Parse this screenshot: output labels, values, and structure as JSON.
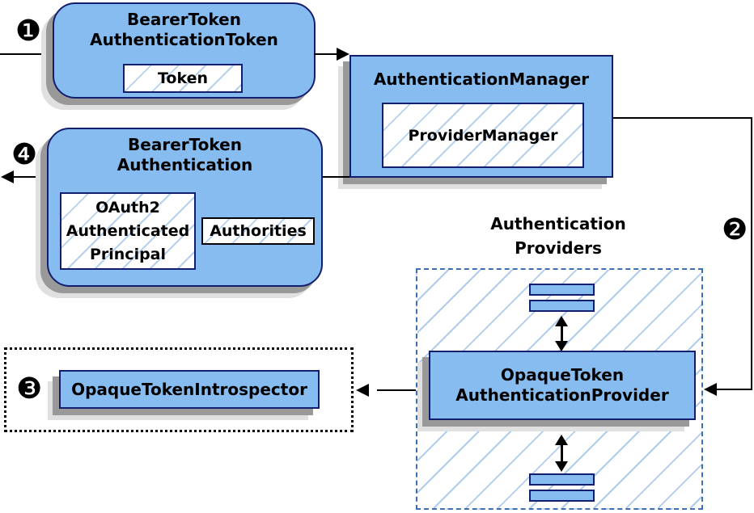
{
  "colors": {
    "node_fill": "#87BCF0",
    "node_border": "#141E6E",
    "hatch_line": "#B6D1EE",
    "providers_dashed_border": "#3D70B2",
    "introspector_dotted_border": "#000000",
    "shadow_dark": "#999999",
    "shadow_light": "#E0E0E0",
    "arrow": "#000000",
    "text": "#000000",
    "background": "#FFFFFF"
  },
  "badges": {
    "step1": "❶",
    "step2": "❷",
    "step3": "❸",
    "step4": "❹"
  },
  "nodes": {
    "bearer_token_authentication_token": {
      "line1": "BearerToken",
      "line2": "AuthenticationToken",
      "token": "Token"
    },
    "authentication_manager": {
      "title": "AuthenticationManager",
      "provider_manager": "ProviderManager"
    },
    "bearer_token_authentication": {
      "line1": "BearerToken",
      "line2": "Authentication",
      "principal1": "OAuth2",
      "principal2": "Authenticated",
      "principal3": "Principal",
      "authorities": "Authorities"
    },
    "opaque_token_authentication_provider": {
      "line1": "OpaqueToken",
      "line2": "AuthenticationProvider"
    },
    "opaque_token_introspector": {
      "title": "OpaqueTokenIntrospector"
    }
  },
  "labels": {
    "providers": {
      "line1": "Authentication",
      "line2": "Providers"
    }
  }
}
